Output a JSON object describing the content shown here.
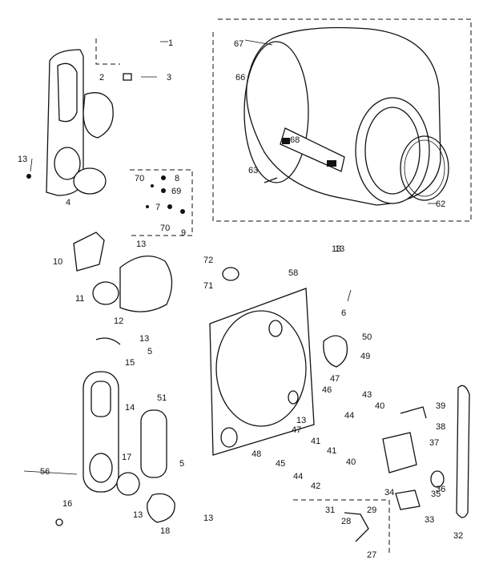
{
  "labels": {
    "l1": "1",
    "l2": "2",
    "l3": "3",
    "l4": "4",
    "l5a": "5",
    "l5b": "5",
    "l6": "6",
    "l7": "7",
    "l8": "8",
    "l9": "9",
    "l10": "10",
    "l11": "11",
    "l12": "12",
    "l13a": "13",
    "l13b": "13",
    "l13c": "13",
    "l13d": "13",
    "l13e": "13",
    "l13f": "13",
    "l13g": "13",
    "l13h": "13",
    "l14": "14",
    "l15": "15",
    "l16": "16",
    "l17": "17",
    "l18": "18",
    "l27": "27",
    "l28": "28",
    "l29": "29",
    "l31": "31",
    "l32": "32",
    "l33": "33",
    "l34": "34",
    "l35": "35",
    "l36": "36",
    "l37": "37",
    "l38": "38",
    "l39": "39",
    "l40a": "40",
    "l40b": "40",
    "l41a": "41",
    "l41b": "41",
    "l42": "42",
    "l43": "43",
    "l44a": "44",
    "l44b": "44",
    "l45": "45",
    "l46": "46",
    "l47a": "47",
    "l47b": "47",
    "l48": "48",
    "l49": "49",
    "l50": "50",
    "l51": "51",
    "l56": "56",
    "l58": "58",
    "l62": "62",
    "l63": "63",
    "l66": "66",
    "l67": "67",
    "l68": "68",
    "l69": "69",
    "l70a": "70",
    "l70b": "70",
    "l71": "71",
    "l72": "72"
  }
}
